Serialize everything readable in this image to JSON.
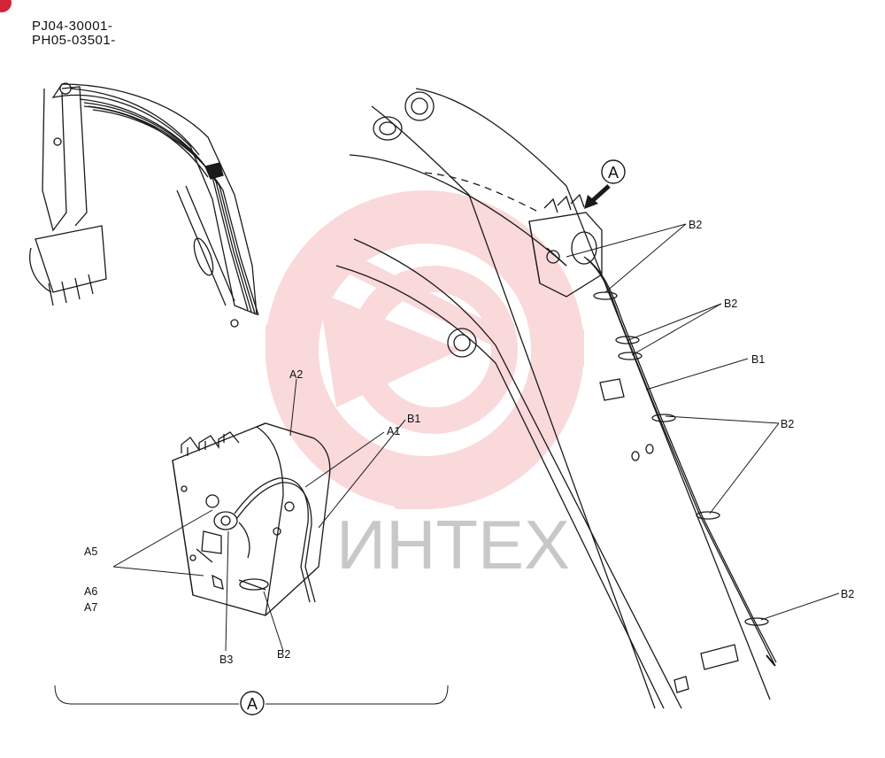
{
  "header": {
    "serial_1": "PJ04-30001-",
    "serial_2": "PH05-03501-"
  },
  "view_marker": "A",
  "callouts": {
    "a1": "A1",
    "a2": "A2",
    "a5": "A5",
    "a6": "A6",
    "a7": "A7",
    "b1_detail": "B1",
    "b1_main": "B1",
    "b2_detail": "B2",
    "b3": "B3",
    "b2_top": "B2",
    "b2_upper": "B2",
    "b2_mid": "B2",
    "b2_low": "B2"
  },
  "watermark": {
    "text": "ИНТЕХ",
    "color": "#e8323c"
  },
  "colors": {
    "badge": "#d3243a",
    "line": "#1a1a1a"
  }
}
